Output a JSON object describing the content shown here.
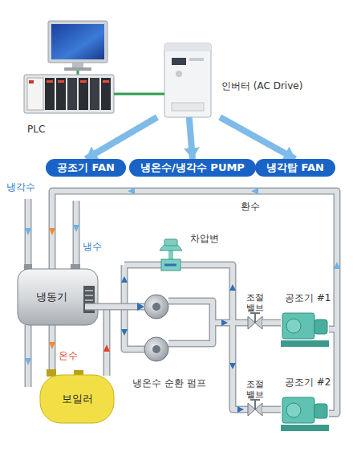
{
  "diagram": {
    "nodes": [
      {
        "text": [
          "PLC"
        ]
      },
      {
        "text": [
          "인버터 (AC Drive)"
        ]
      },
      {
        "text": [
          "공조기 FAN"
        ]
      },
      {
        "text": [
          "냉온수/냉각수 PUMP"
        ]
      },
      {
        "text": [
          "냉각탑 FAN"
        ]
      },
      {
        "text": [
          "차압변"
        ]
      },
      {
        "text": [
          "냉동기"
        ]
      },
      {
        "text": [
          "조절 밸브"
        ]
      },
      {
        "text": [
          "공조기 #1"
        ]
      },
      {
        "text": [
          "냉온수 순환 펌프"
        ]
      },
      {
        "text": [
          "조절 밸브"
        ]
      },
      {
        "text": [
          "공조기 #2"
        ]
      },
      {
        "text": [
          "보일러"
        ]
      }
    ],
    "edges": [
      {
        "from": 0,
        "to": 1,
        "arrow": "none"
      },
      {
        "from": 1,
        "to": 2,
        "arrow": "to"
      },
      {
        "from": 1,
        "to": 3,
        "arrow": "to"
      },
      {
        "from": 1,
        "to": 4,
        "arrow": "to"
      },
      {
        "from": 6,
        "to": 9,
        "arrow": "to"
      },
      {
        "from": 7,
        "to": 8,
        "arrow": "none"
      },
      {
        "from": 10,
        "to": 11,
        "arrow": "none"
      }
    ],
    "labels": [
      "냉각수",
      "환수",
      "냉수",
      "온수"
    ]
  }
}
